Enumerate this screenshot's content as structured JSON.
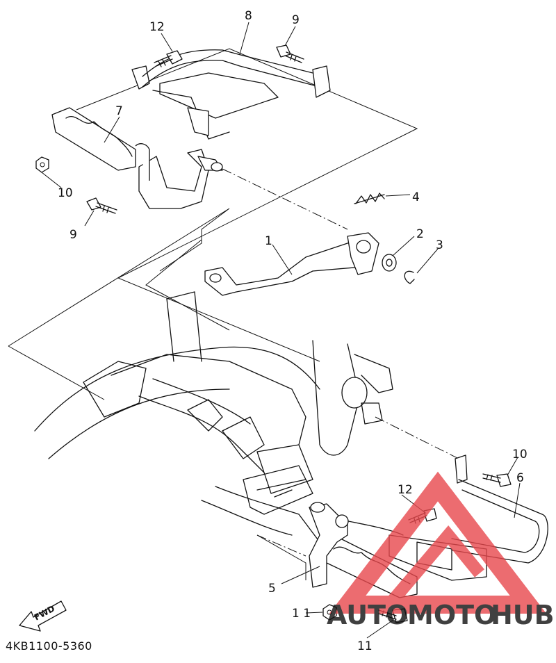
{
  "diagram": {
    "callouts": [
      {
        "id": "1",
        "text": "1"
      },
      {
        "id": "2",
        "text": "2"
      },
      {
        "id": "3",
        "text": "3"
      },
      {
        "id": "4",
        "text": "4"
      },
      {
        "id": "5",
        "text": "5"
      },
      {
        "id": "6",
        "text": "6"
      },
      {
        "id": "7",
        "text": "7"
      },
      {
        "id": "8",
        "text": "8"
      },
      {
        "id": "9a",
        "text": "9"
      },
      {
        "id": "9b",
        "text": "9"
      },
      {
        "id": "10a",
        "text": "10"
      },
      {
        "id": "10b",
        "text": "10"
      },
      {
        "id": "11a",
        "text": "1 1"
      },
      {
        "id": "11b",
        "text": "11"
      },
      {
        "id": "12a",
        "text": "12"
      },
      {
        "id": "12b",
        "text": "12"
      }
    ],
    "diagram_code": "4KB1100-5360",
    "fwd_label": "FWD"
  },
  "watermark": {
    "text_auto": "AUTO",
    "text_moto": "MOTO",
    "text_hub": "HUB",
    "color_red": "#e8484d",
    "color_orange": "#f2a13a",
    "color_gray": "#5a5a5a"
  }
}
